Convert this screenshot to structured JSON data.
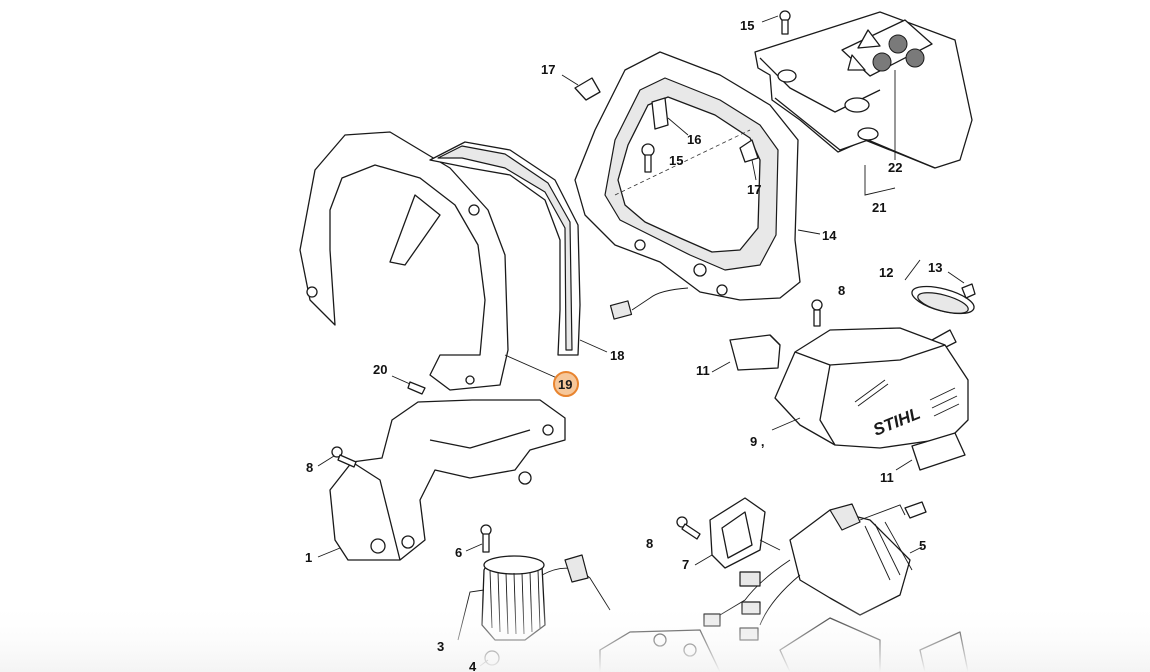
{
  "diagram": {
    "brand_label": "STIHL",
    "highlight_color": "#e8842f",
    "highlighted_part": "19",
    "callouts": [
      {
        "id": "c15a",
        "label": "15"
      },
      {
        "id": "c17a",
        "label": "17"
      },
      {
        "id": "c16",
        "label": "16"
      },
      {
        "id": "c15b",
        "label": "15"
      },
      {
        "id": "c17b",
        "label": "17"
      },
      {
        "id": "c22",
        "label": "22"
      },
      {
        "id": "c21",
        "label": "21"
      },
      {
        "id": "c14",
        "label": "14"
      },
      {
        "id": "c13",
        "label": "13"
      },
      {
        "id": "c12",
        "label": "12"
      },
      {
        "id": "c8a",
        "label": "8"
      },
      {
        "id": "c18",
        "label": "18"
      },
      {
        "id": "c19",
        "label": "19"
      },
      {
        "id": "c20",
        "label": "20"
      },
      {
        "id": "c11a",
        "label": "11"
      },
      {
        "id": "c9",
        "label": "9 ,"
      },
      {
        "id": "c11b",
        "label": "11"
      },
      {
        "id": "c8b",
        "label": "8"
      },
      {
        "id": "c1",
        "label": "1"
      },
      {
        "id": "c6",
        "label": "6"
      },
      {
        "id": "c8c",
        "label": "8"
      },
      {
        "id": "c7",
        "label": "7"
      },
      {
        "id": "c5",
        "label": "5"
      },
      {
        "id": "c3",
        "label": "3"
      },
      {
        "id": "c4",
        "label": "4"
      }
    ]
  }
}
